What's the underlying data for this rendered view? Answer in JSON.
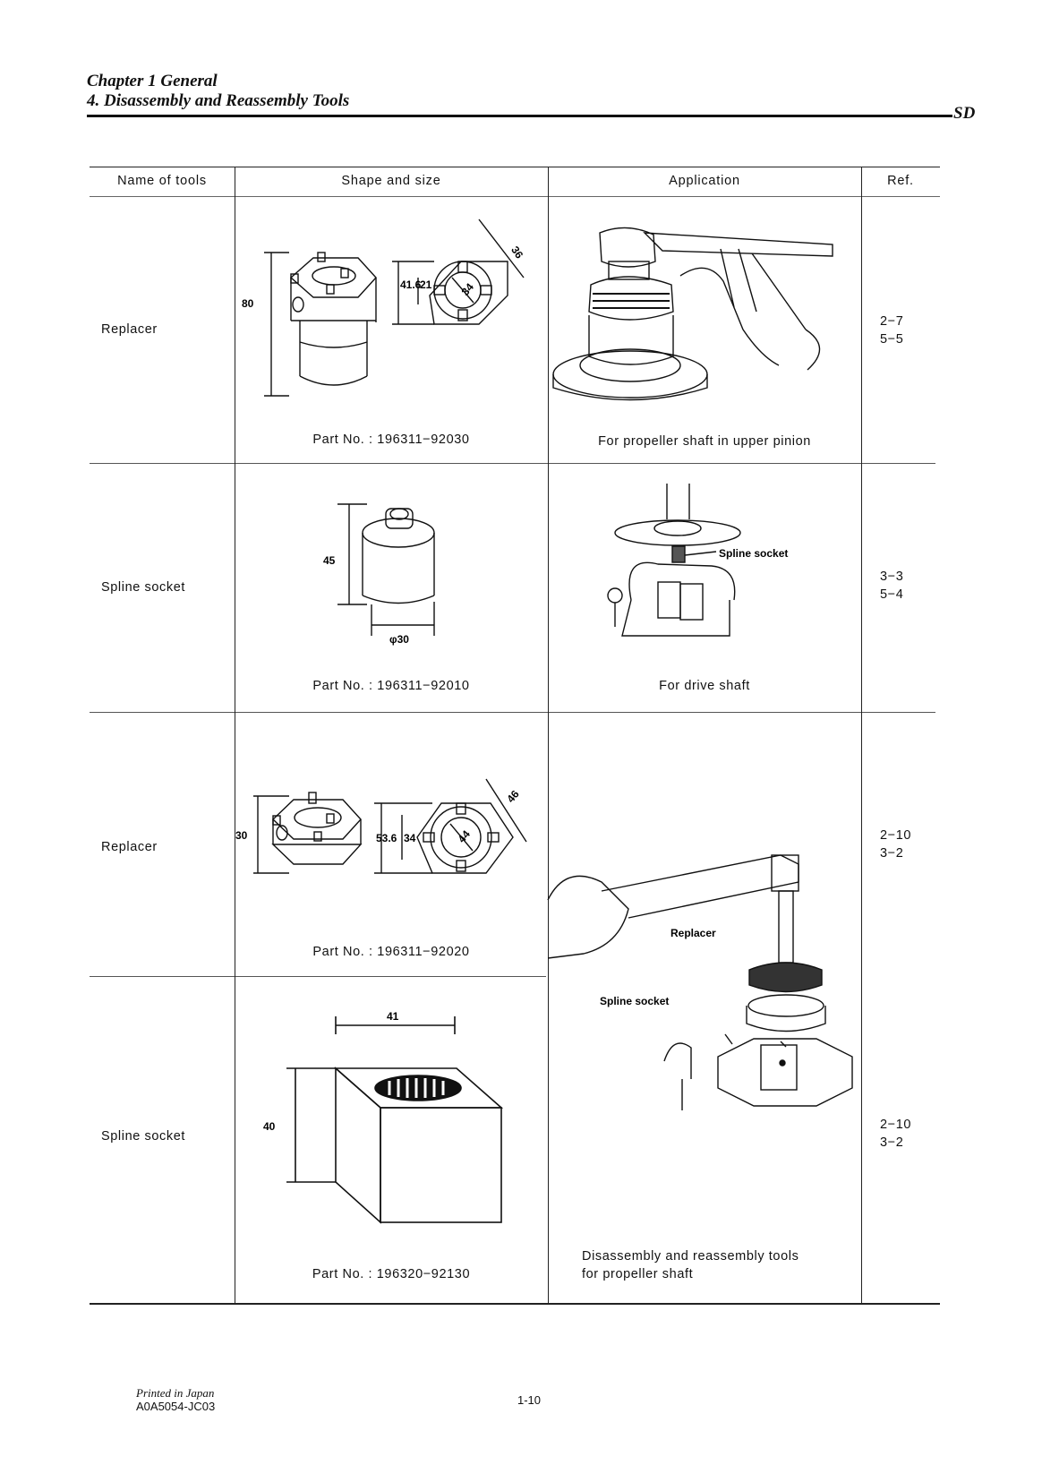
{
  "header": {
    "chapter": "Chapter 1 General",
    "section": "4. Disassembly and Reassembly Tools",
    "tag": "SD"
  },
  "table": {
    "columns": [
      "Name of tools",
      "Shape and size",
      "Application",
      "Ref."
    ],
    "rows": [
      {
        "name": "Replacer",
        "part_no": "Part No. : 196311−92030",
        "application": "For propeller shaft in upper pinion",
        "ref": [
          "2−7",
          "5−5"
        ],
        "dims": [
          "80",
          "41.6",
          "21",
          "34",
          "36"
        ]
      },
      {
        "name": "Spline socket",
        "part_no": "Part No. : 196311−92010",
        "application": "For drive shaft",
        "ref": [
          "3−3",
          "5−4"
        ],
        "dims": [
          "45",
          "φ30"
        ],
        "callout": "Spline socket"
      },
      {
        "name": "Replacer",
        "part_no": "Part No. : 196311−92020",
        "ref": [
          "2−10",
          "3−2"
        ],
        "dims": [
          "30",
          "53.6",
          "34",
          "44",
          "46"
        ]
      },
      {
        "name": "Spline socket",
        "part_no": "Part No. : 196320−92130",
        "ref": [
          "2−10",
          "3−2"
        ],
        "dims": [
          "41",
          "40"
        ]
      }
    ],
    "shared_application": {
      "text_line1": "Disassembly and reassembly tools",
      "text_line2": "for propeller shaft",
      "callouts": [
        "Replacer",
        "Spline socket"
      ]
    }
  },
  "footer": {
    "printed": "Printed in Japan",
    "code": "A0A5054-JC03",
    "page": "1-10"
  }
}
